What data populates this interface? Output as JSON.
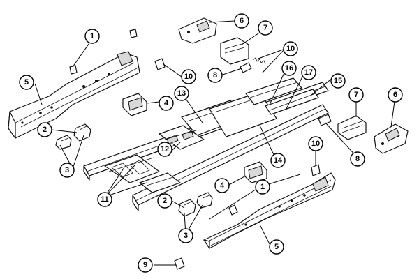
{
  "callouts": {
    "c1a": "1",
    "c1b": "1",
    "c2a": "2",
    "c2b": "2",
    "c3a": "3",
    "c3b": "3",
    "c4a": "4",
    "c4b": "4",
    "c5a": "5",
    "c5b": "5",
    "c6a": "6",
    "c6b": "6",
    "c7a": "7",
    "c7b": "7",
    "c8a": "8",
    "c8b": "8",
    "c9": "9",
    "c10a": "10",
    "c10b": "10",
    "c10c": "10",
    "c11": "11",
    "c12": "12",
    "c13": "13",
    "c14": "14",
    "c15": "15",
    "c16": "16",
    "c17": "17"
  }
}
